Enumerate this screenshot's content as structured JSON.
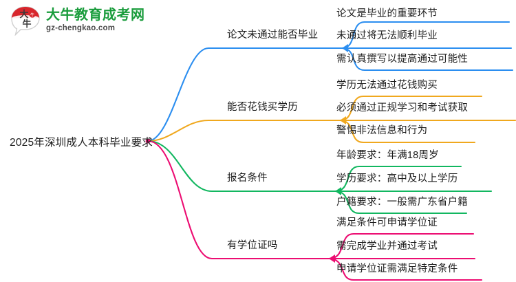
{
  "logo": {
    "mark_text": "大牛",
    "title": "大牛教育成考网",
    "subtitle": "gz-chengkao.com",
    "title_color": "#1a9c3c",
    "mark_top_color": "#d8262c",
    "subtitle_color": "#4a4a4a"
  },
  "mindmap": {
    "root": "2025年深圳成人本科毕业要求",
    "branches": [
      {
        "label": "论文未通过能否毕业",
        "color": "#2b8ef0",
        "children": [
          "论文是毕业的重要环节",
          "未通过将无法顺利毕业",
          "需认真撰写以提高通过可能性"
        ]
      },
      {
        "label": "能否花钱买学历",
        "color": "#f0a81e",
        "children": [
          "学历无法通过花钱购买",
          "必须通过正规学习和考试获取",
          "警惕非法信息和行为"
        ]
      },
      {
        "label": "报名条件",
        "color": "#12b760",
        "children": [
          "年龄要求：年满18周岁",
          "学历要求：高中及以上学历",
          "户籍要求：一般需广东省户籍"
        ]
      },
      {
        "label": "有学位证吗",
        "color": "#ec0d72",
        "children": [
          "满足条件可申请学位证",
          "需完成学业并通过考试",
          "申请学位证需满足特定条件"
        ]
      }
    ]
  }
}
